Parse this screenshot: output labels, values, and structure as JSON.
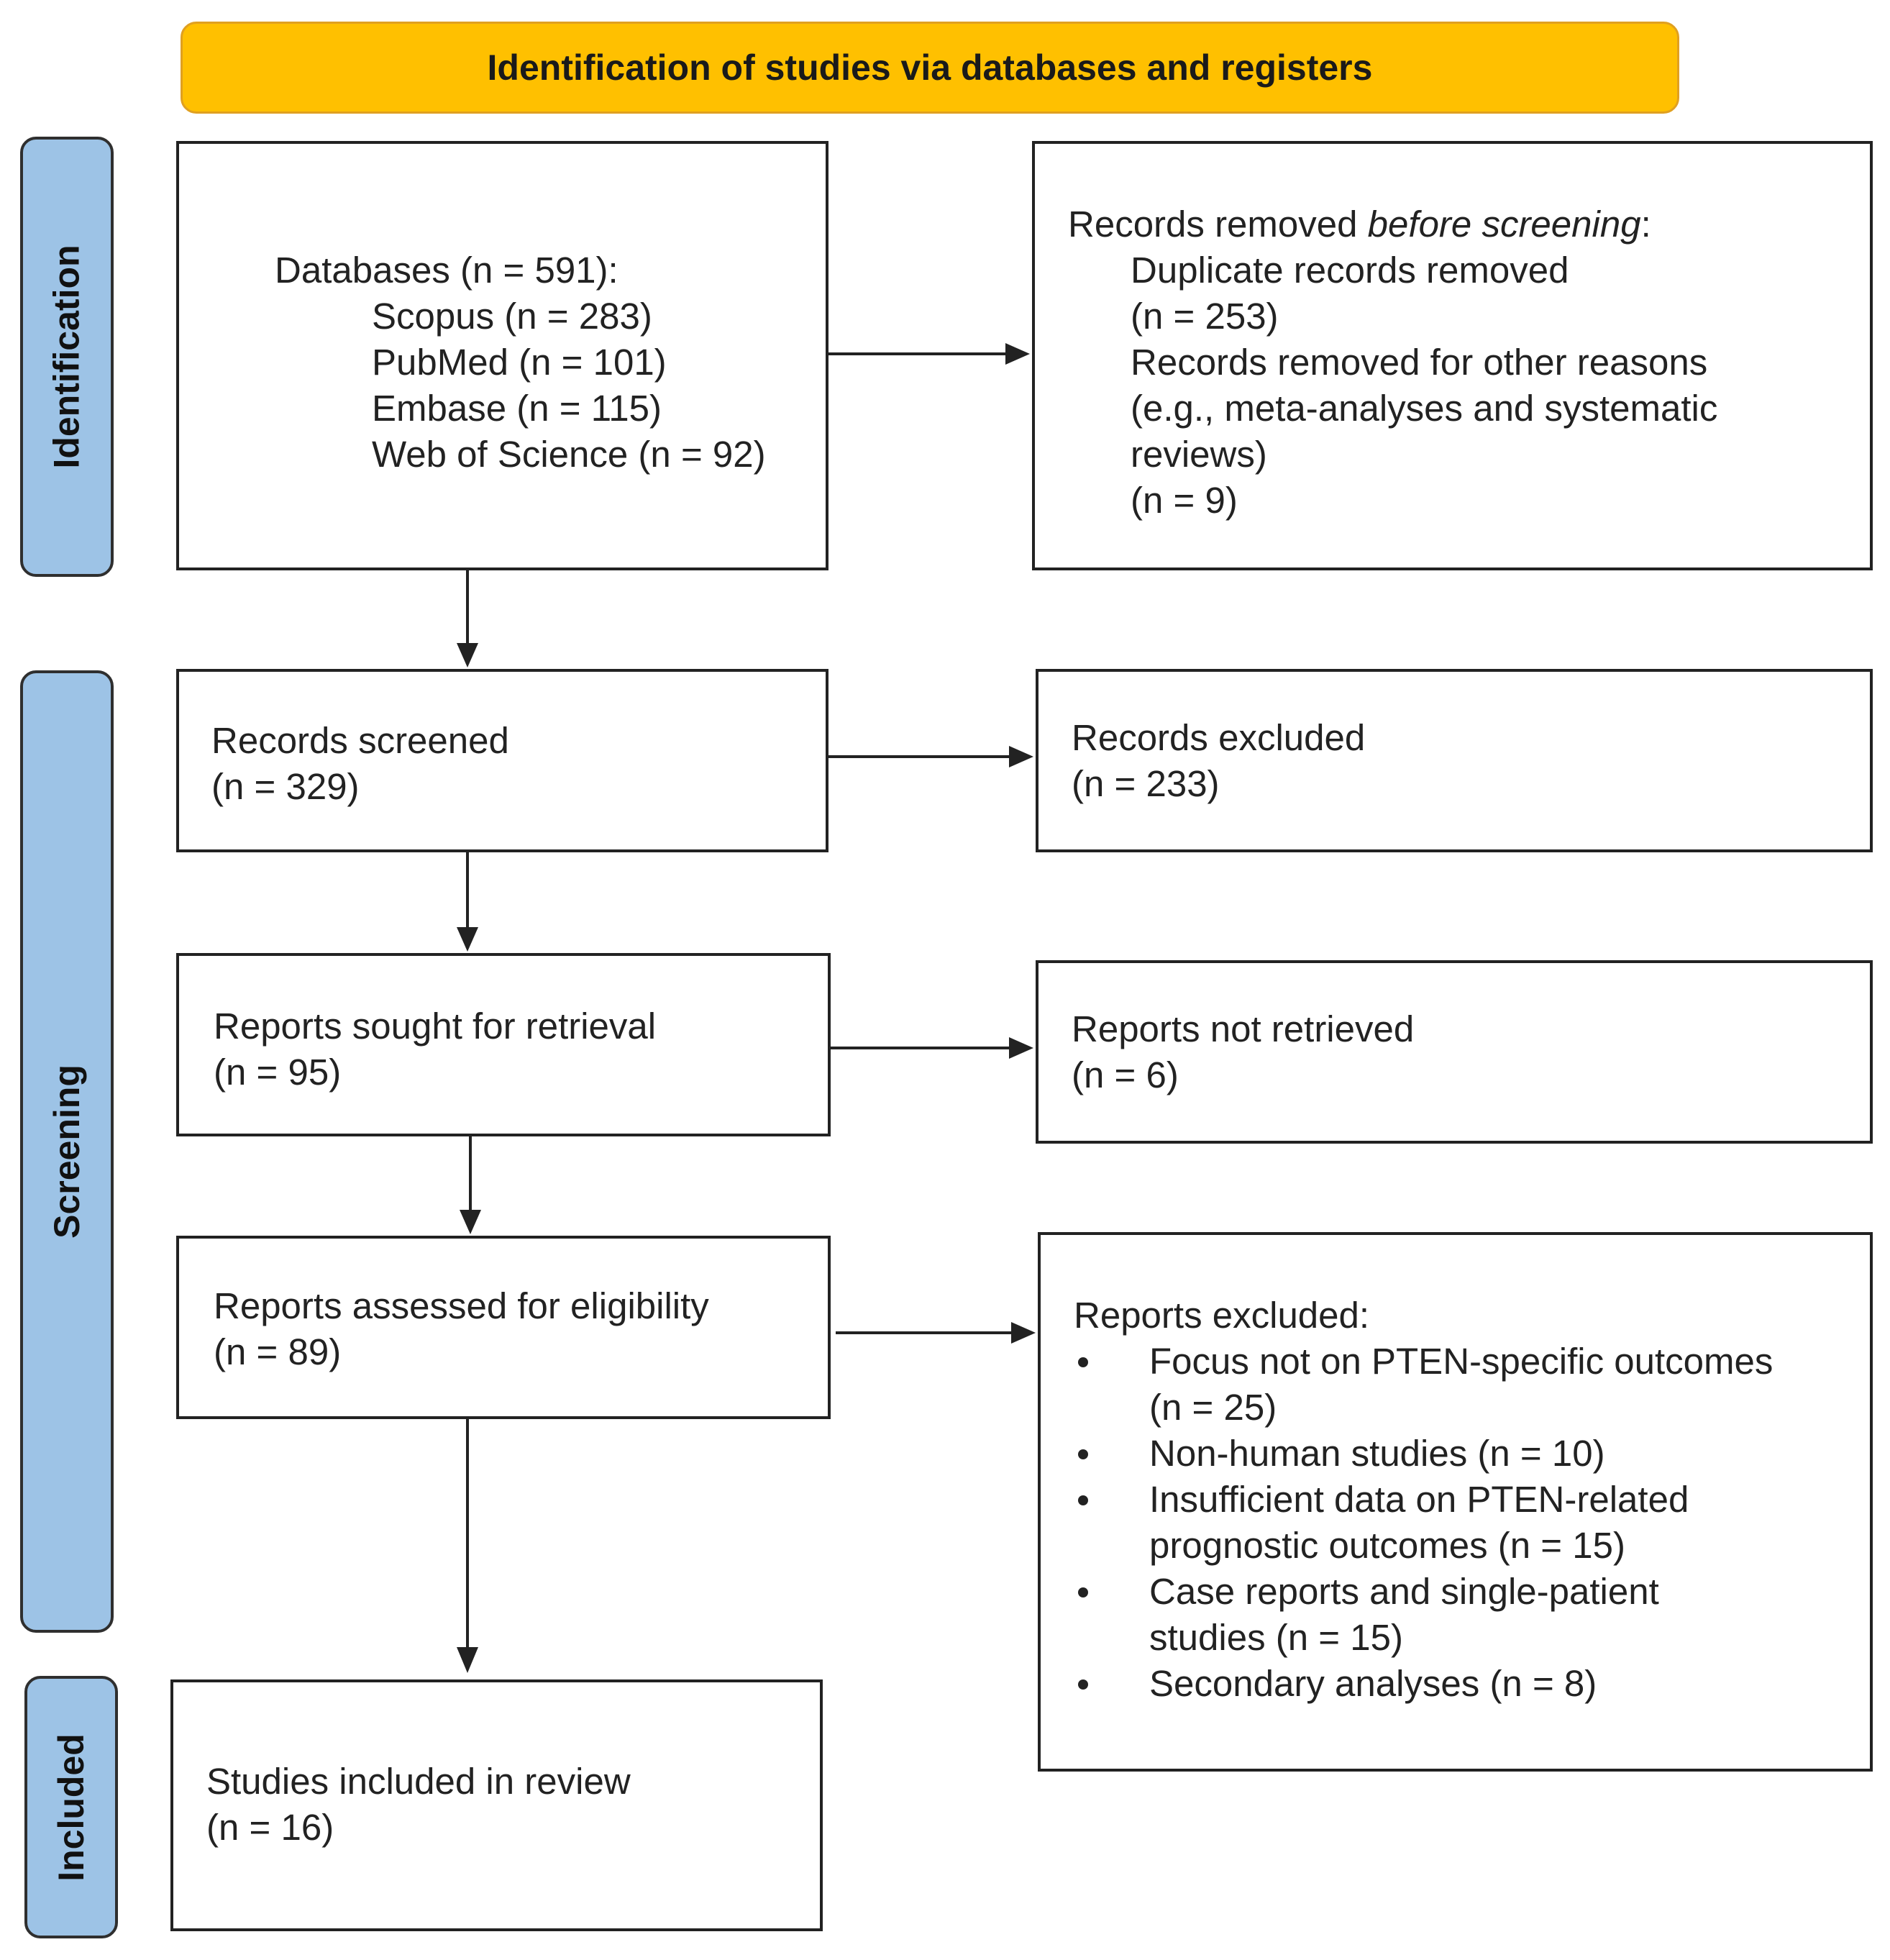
{
  "header": {
    "title": "Identification of studies via databases and registers",
    "color": "#FFC000"
  },
  "stages": {
    "identification": "Identification",
    "screening": "Screening",
    "included": "Included",
    "color": "#9DC3E6"
  },
  "identification": {
    "databases": {
      "heading": "Databases (n = 591):",
      "sources": [
        "Scopus (n = 283)",
        "PubMed (n = 101)",
        "Embase (n = 115)",
        "Web of Science (n = 92)"
      ]
    },
    "removed": {
      "heading_prefix": "Records removed ",
      "heading_italic": "before screening",
      "heading_suffix": ":",
      "lines": [
        "Duplicate records removed",
        "(n = 253)",
        "Records removed for other reasons",
        "(e.g., meta-analyses and systematic",
        "reviews)",
        "(n = 9)"
      ]
    }
  },
  "screening": {
    "screened": {
      "label": "Records screened",
      "count": "(n = 329)"
    },
    "excluded": {
      "label": "Records excluded",
      "count": "(n = 233)"
    },
    "sought": {
      "label": "Reports sought for retrieval",
      "count": "(n = 95)"
    },
    "not_retrieved": {
      "label": "Reports not retrieved",
      "count": "(n = 6)"
    },
    "assessed": {
      "label": "Reports assessed for eligibility",
      "count": "(n = 89)"
    },
    "reports_excluded": {
      "heading": "Reports excluded:",
      "items": [
        {
          "lines": [
            "Focus not on PTEN-specific outcomes",
            "(n = 25)"
          ]
        },
        {
          "lines": [
            "Non-human studies (n = 10)"
          ]
        },
        {
          "lines": [
            "Insufficient data on PTEN-related",
            "prognostic outcomes (n = 15)"
          ]
        },
        {
          "lines": [
            "Case reports and single-patient",
            "studies (n = 15)"
          ]
        },
        {
          "lines": [
            "Secondary analyses (n = 8)"
          ]
        }
      ]
    }
  },
  "included": {
    "label": "Studies included in review",
    "count": "(n = 16)"
  }
}
